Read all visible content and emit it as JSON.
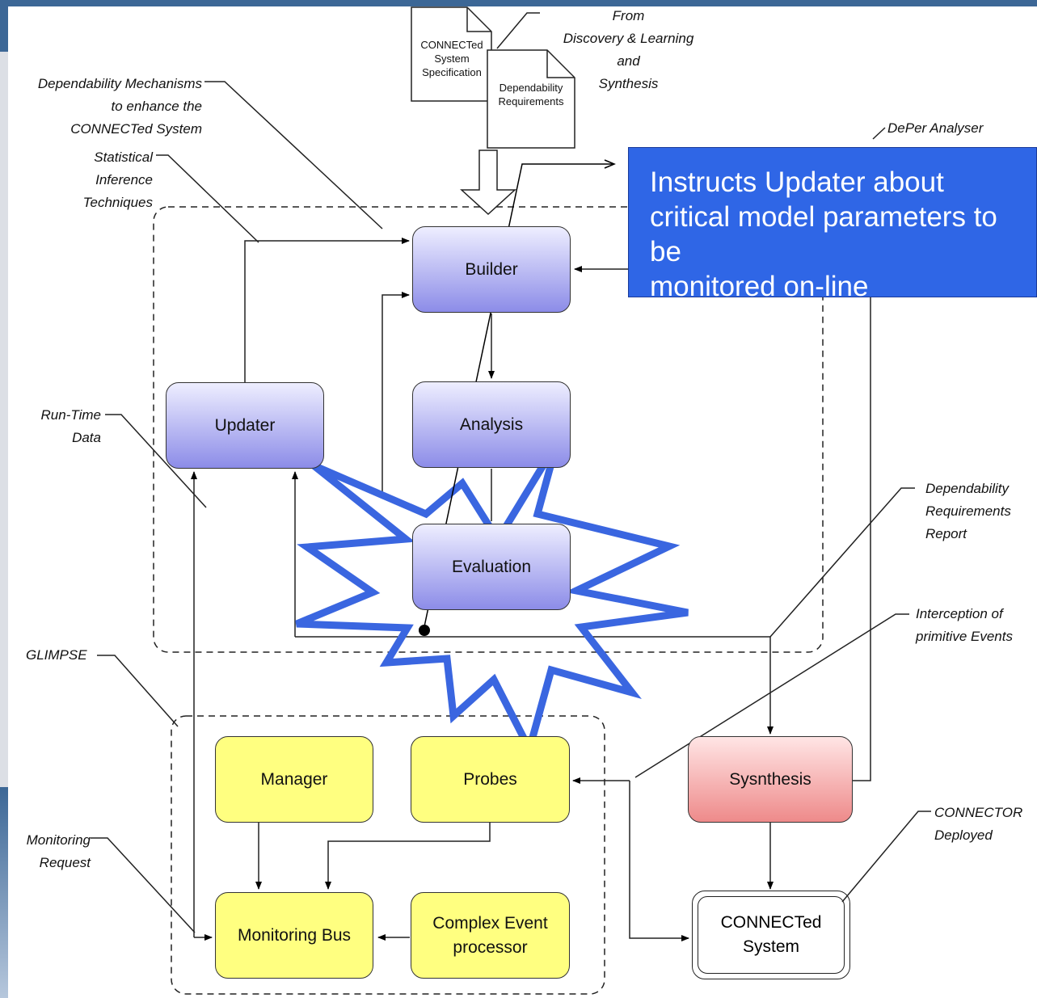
{
  "doc_spec": {
    "label": "CONNECTed\nSystem\nSpecification"
  },
  "doc_req": {
    "label": "Dependability\nRequirements"
  },
  "notes": {
    "from": "From\nDiscovery & Learning\nand\nSynthesis",
    "mechanisms": "Dependability Mechanisms\nto enhance the\nCONNECTed System",
    "statistical": "Statistical\nInference\nTechniques",
    "deper": "DePer Analyser",
    "runtime": "Run-Time\nData",
    "dep_report": "Dependability\nRequirements\nReport",
    "interception": "Interception of\nprimitive Events",
    "glimpse": "GLIMPSE",
    "monitoring_request": "Monitoring\nRequest",
    "connector": "CONNECTOR\nDeployed"
  },
  "boxes": {
    "builder": "Builder",
    "analysis": "Analysis",
    "evaluation": "Evaluation",
    "updater": "Updater",
    "manager": "Manager",
    "probes": "Probes",
    "monitoring_bus": "Monitoring Bus",
    "cep": "Complex Event\nprocessor",
    "synthesis": "Sysnthesis",
    "connected_system": "CONNECTed\nSystem"
  },
  "callout": "Instructs Updater about\ncritical model parameters to be\nmonitored on-line",
  "colors": {
    "accent_blue": "#2f66e6",
    "star_outline": "#3a66e0",
    "header_blue": "#3c6796"
  }
}
